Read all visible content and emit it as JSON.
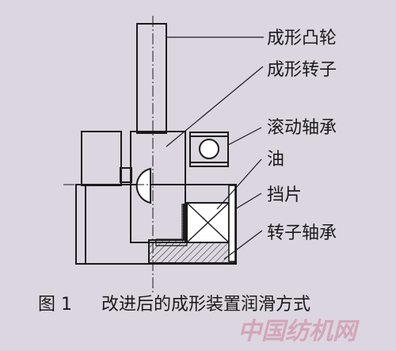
{
  "labels": {
    "forming_cam": "成形凸轮",
    "forming_rotor": "成形转子",
    "rolling_bearing": "滚动轴承",
    "oil": "油",
    "baffle": "挡片",
    "rotor_bearing": "转子轴承"
  },
  "caption": {
    "figure_number": "图 1",
    "text": "改进后的成形装置润滑方式"
  },
  "watermark": "中国纺机网",
  "colors": {
    "background": "#dcd6e0",
    "line": "#1a1a1a",
    "watermark": "#d2a6b8"
  }
}
